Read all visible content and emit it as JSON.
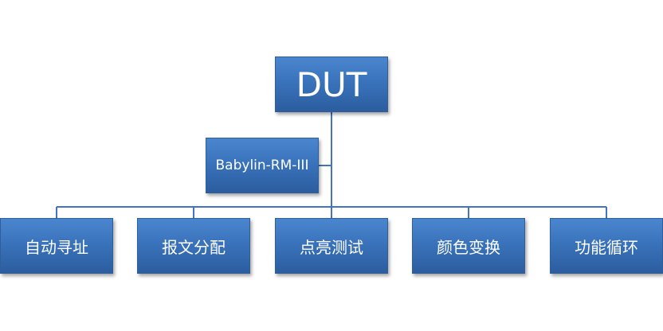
{
  "diagram": {
    "root": {
      "label": "DUT"
    },
    "assistant": {
      "label": "Babylin-RM-III"
    },
    "children": [
      {
        "label": "自动寻址"
      },
      {
        "label": "报文分配"
      },
      {
        "label": "点亮测试"
      },
      {
        "label": "颜色变换"
      },
      {
        "label": "功能循环"
      }
    ]
  },
  "colors": {
    "node_fill": "#3a73bb",
    "node_border": "#2f5e99",
    "connector": "#4472c4",
    "text": "#ffffff"
  }
}
